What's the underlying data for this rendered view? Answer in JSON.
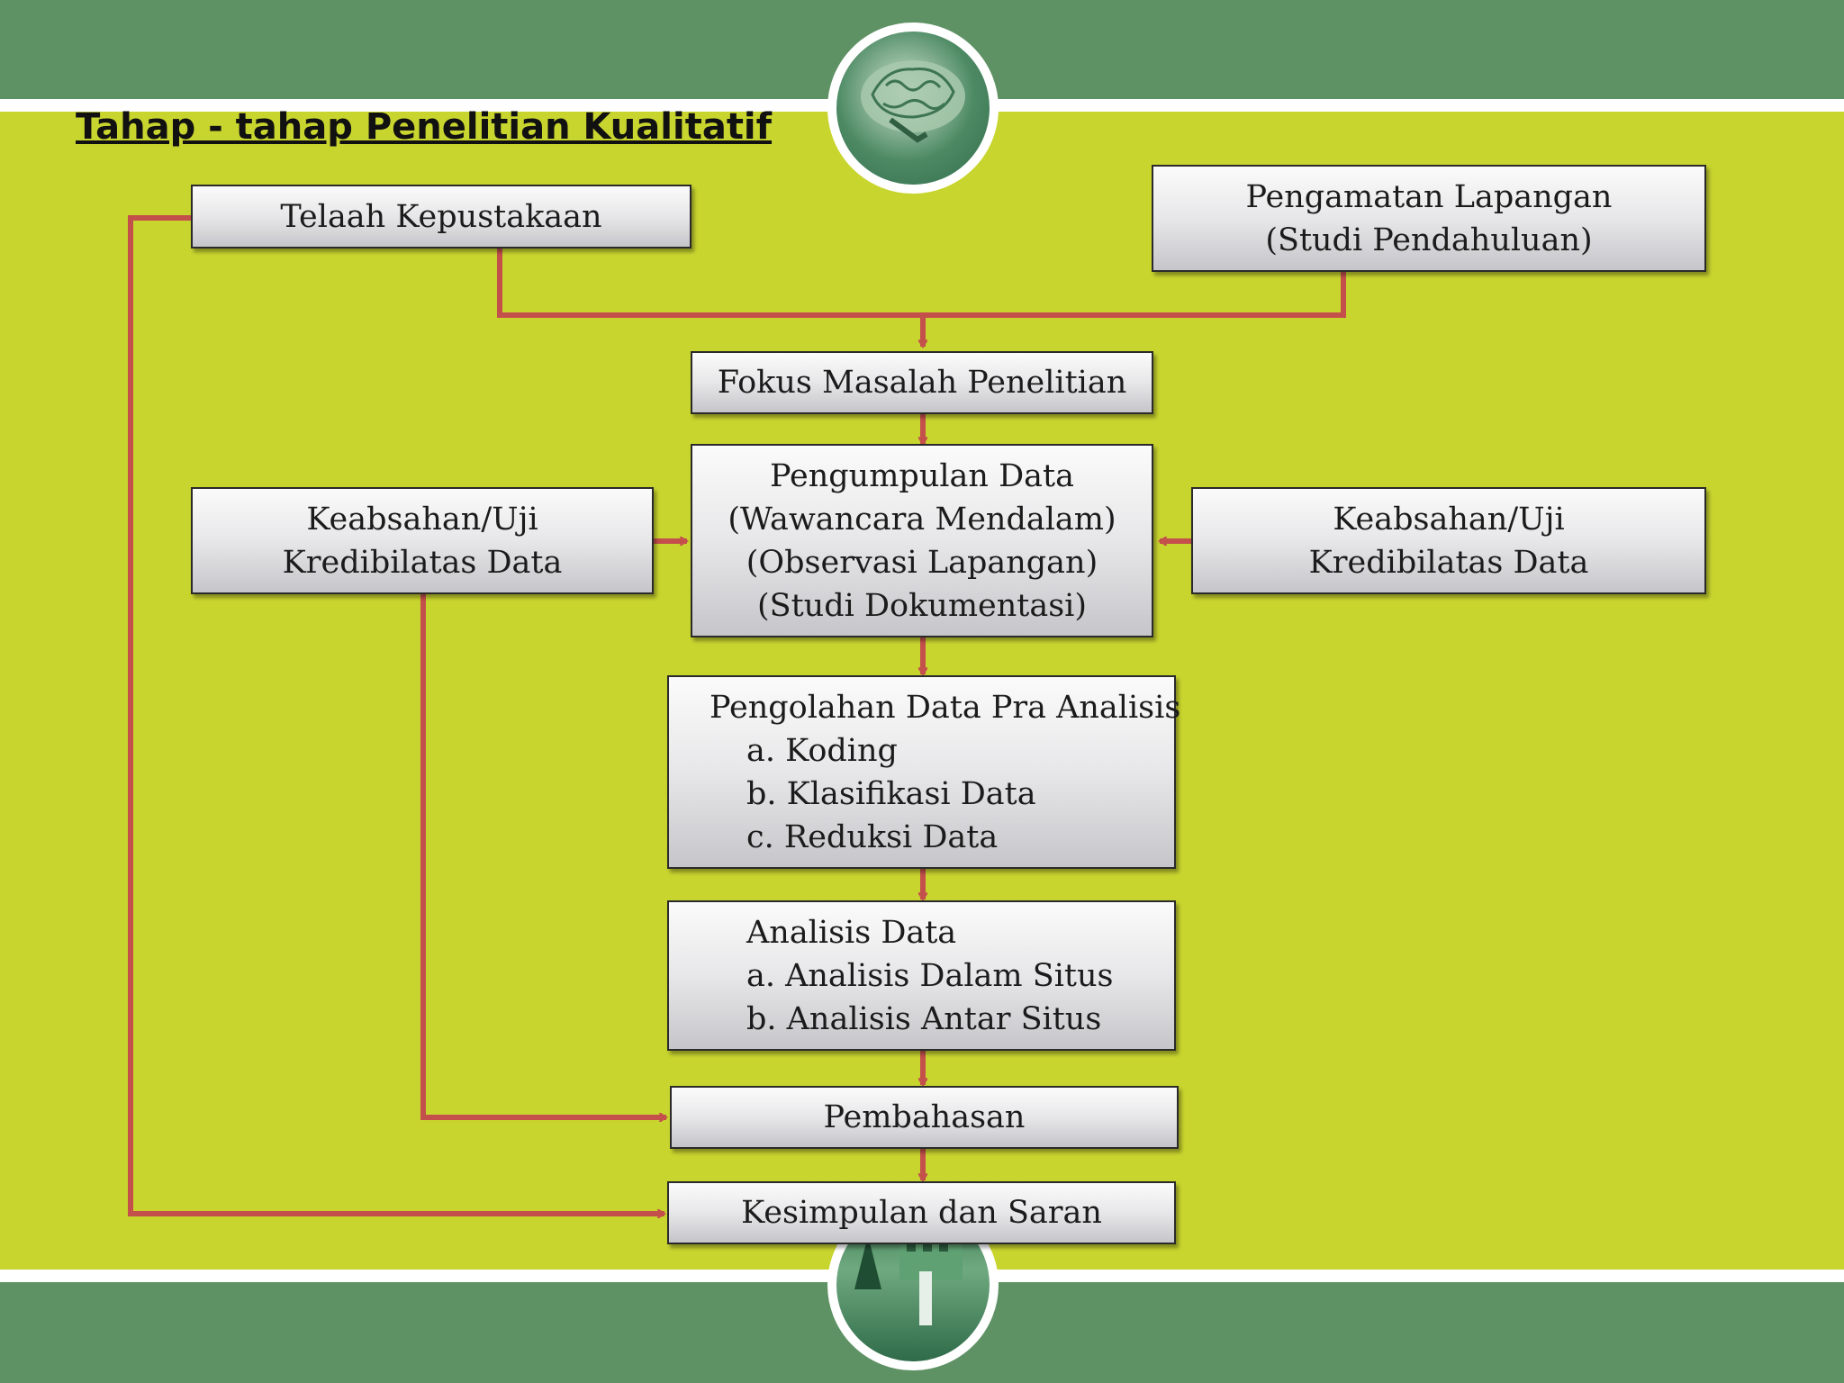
{
  "title": "Tahap - tahap Penelitian Kualitatif",
  "nodes": {
    "telaah": {
      "lines": [
        "Telaah Kepustakaan"
      ]
    },
    "pengamatan": {
      "lines": [
        "Pengamatan Lapangan",
        "(Studi Pendahuluan)"
      ]
    },
    "fokus": {
      "lines": [
        "Fokus Masalah Penelitian"
      ]
    },
    "pengumpulan": {
      "lines": [
        "Pengumpulan Data",
        "(Wawancara Mendalam)",
        "(Observasi Lapangan)",
        "(Studi Dokumentasi)"
      ]
    },
    "keabsahan_left": {
      "lines": [
        "Keabsahan/Uji",
        "Kredibilatas Data"
      ]
    },
    "keabsahan_right": {
      "lines": [
        "Keabsahan/Uji",
        "Kredibilatas Data"
      ]
    },
    "pengolahan": {
      "lines": [
        "Pengolahan Data Pra Analisis",
        "a. Koding",
        "b. Klasifikasi Data",
        "c. Reduksi Data"
      ]
    },
    "analisis": {
      "lines": [
        "Analisis Data",
        "a. Analisis Dalam Situs",
        "b. Analisis Antar Situs"
      ]
    },
    "pembahasan": {
      "lines": [
        "Pembahasan"
      ]
    },
    "kesimpulan": {
      "lines": [
        "Kesimpulan dan Saran"
      ]
    }
  },
  "edges": [
    [
      "telaah",
      "fokus"
    ],
    [
      "pengamatan",
      "fokus"
    ],
    [
      "fokus",
      "pengumpulan"
    ],
    [
      "keabsahan_left",
      "pengumpulan"
    ],
    [
      "keabsahan_right",
      "pengumpulan"
    ],
    [
      "pengumpulan",
      "pengolahan"
    ],
    [
      "pengolahan",
      "analisis"
    ],
    [
      "analisis",
      "pembahasan"
    ],
    [
      "keabsahan_left",
      "pembahasan"
    ],
    [
      "pembahasan",
      "kesimpulan"
    ],
    [
      "telaah",
      "kesimpulan"
    ]
  ],
  "colors": {
    "background": "#c9d52f",
    "band": "#5e9264",
    "connector": "#c4504c"
  }
}
